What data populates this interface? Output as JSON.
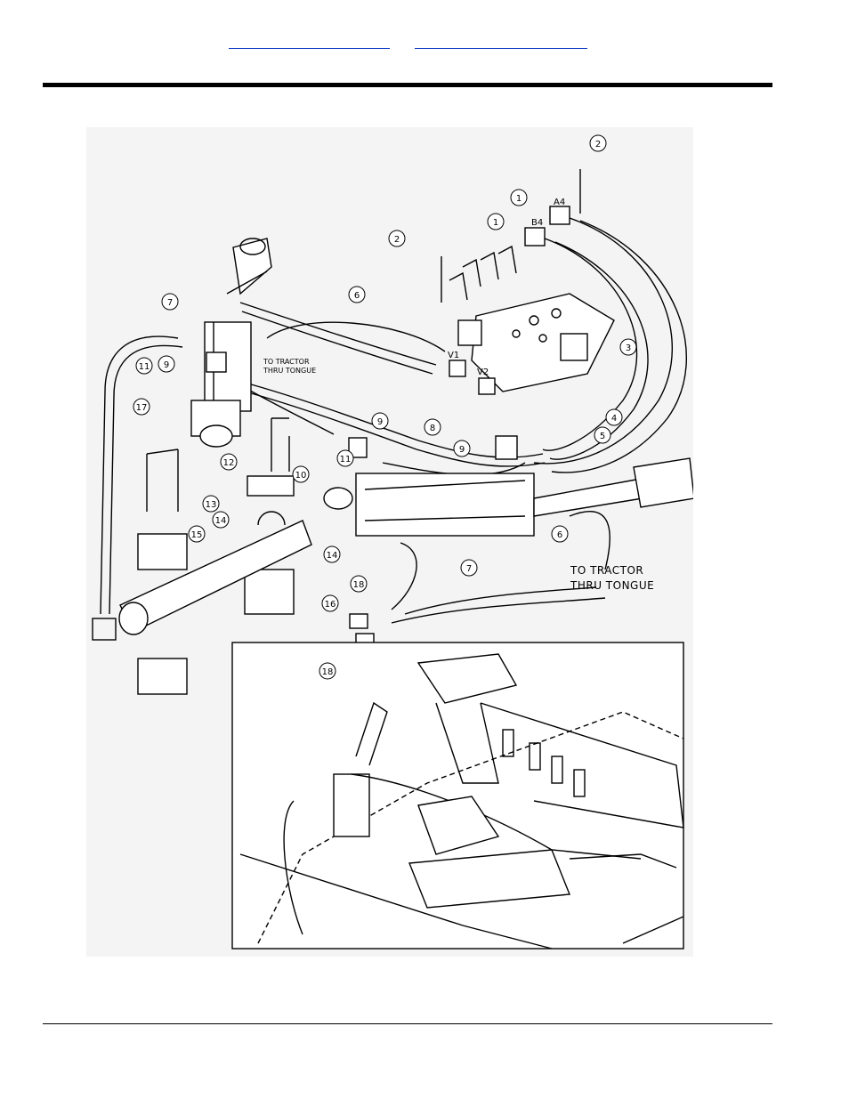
{
  "header": {
    "links": [
      "",
      ""
    ],
    "link_color": "#1a44c8"
  },
  "diagram": {
    "callouts": [
      "1",
      "1",
      "2",
      "2",
      "3",
      "4",
      "5",
      "6",
      "6",
      "7",
      "7",
      "8",
      "9",
      "9",
      "9",
      "10",
      "11",
      "11",
      "12",
      "13",
      "14",
      "14",
      "15",
      "16",
      "17",
      "18",
      "18"
    ],
    "port_labels": {
      "a4": "A4",
      "b4": "B4",
      "v1": "V1",
      "v2": "V2"
    },
    "notes": {
      "small": [
        "TO TRACTOR",
        "THRU TONGUE"
      ],
      "large": [
        "TO TRACTOR",
        "THRU TONGUE"
      ]
    }
  }
}
